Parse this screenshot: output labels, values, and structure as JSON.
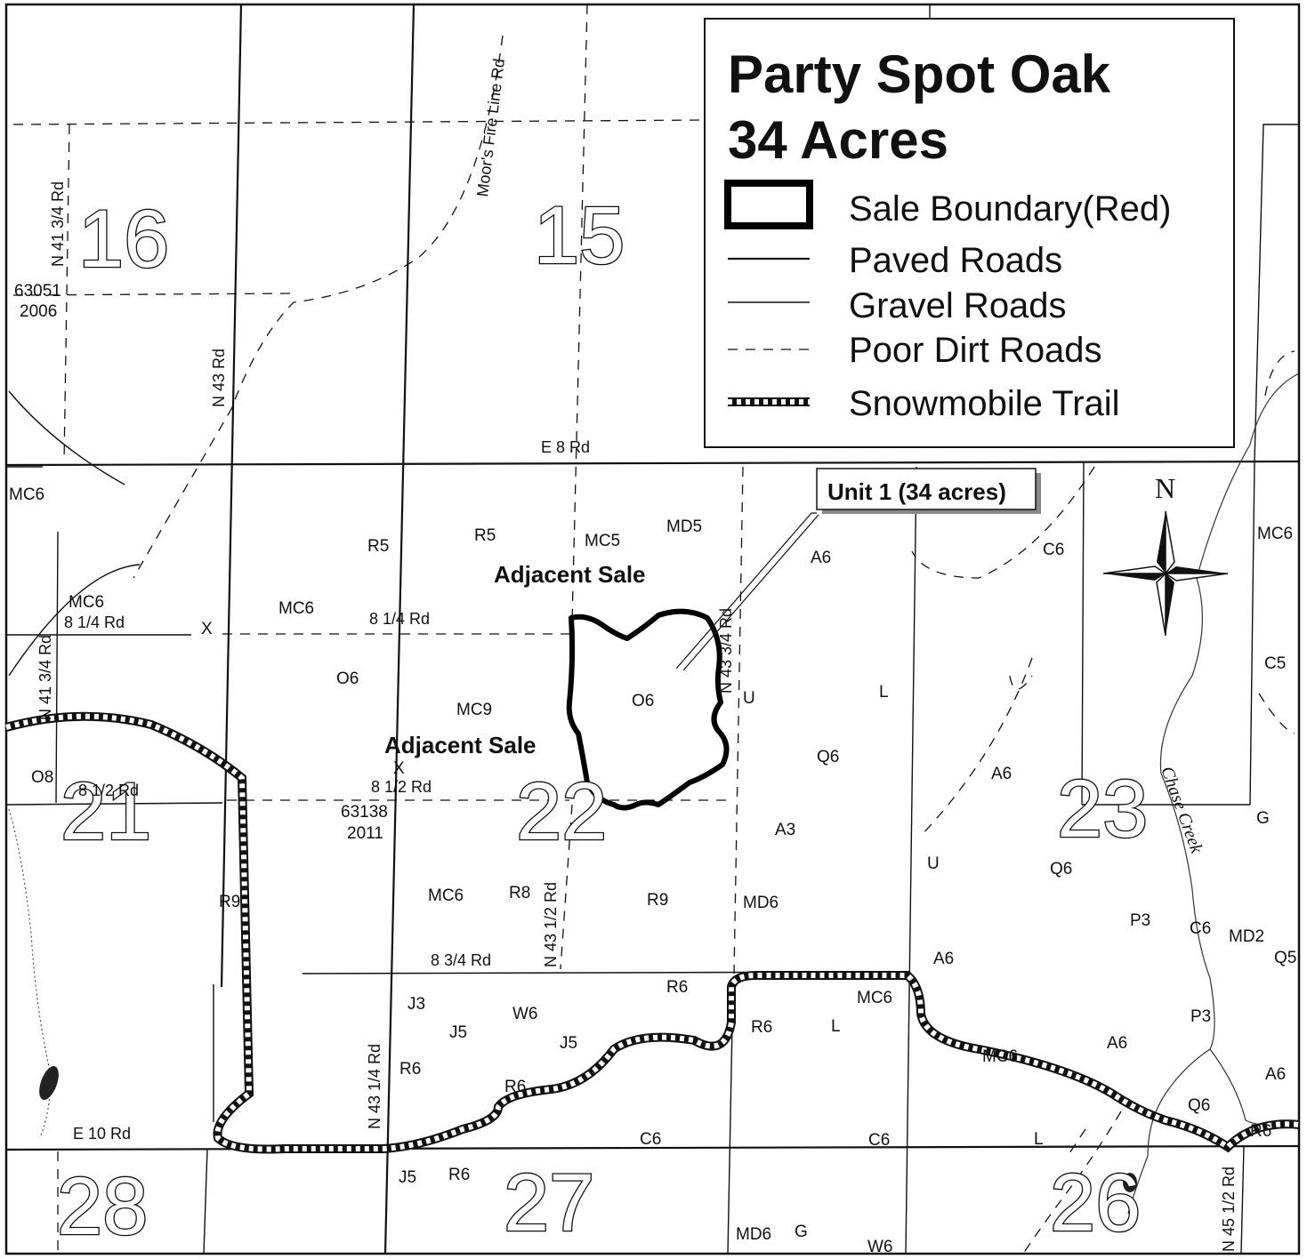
{
  "legend": {
    "title_line1": "Party Spot Oak",
    "title_line2": "34 Acres",
    "items": [
      {
        "label": "Sale Boundary(Red)",
        "icon": "sale-boundary-swatch"
      },
      {
        "label": "Paved Roads",
        "icon": "paved-road-line"
      },
      {
        "label": "Gravel Roads",
        "icon": "gravel-road-line"
      },
      {
        "label": "Poor Dirt Roads",
        "icon": "dirt-road-dashed-line"
      },
      {
        "label": "Snowmobile Trail",
        "icon": "snowmobile-trail-checkered-line"
      }
    ]
  },
  "callout": {
    "text": "Unit 1 (34 acres)"
  },
  "north_arrow": {
    "label": "N",
    "icon": "compass-rose-icon"
  },
  "colors": {
    "sale_boundary": "#000000",
    "ink": "#111111",
    "background": "#ffffff"
  },
  "sections": [
    "16",
    "15",
    "21",
    "22",
    "23",
    "28",
    "27",
    "26"
  ],
  "adjacent_sale_label": "Adjacent Sale",
  "road_labels": {
    "moors_fire_line": "Moor's Fire Line Rd",
    "n41_3_4": "N 41 3/4 Rd",
    "n43": "N 43 Rd",
    "e8": "E 8 Rd",
    "e8_1_4_left": "8 1/4 Rd",
    "e8_1_4_mid": "8 1/4 Rd",
    "n43_3_4": "N 43 3/4 Rd",
    "e8_1_2_left": "8 1/2 Rd",
    "e8_1_2_mid": "8 1/2 Rd",
    "n43_1_2": "N 43 1/2 Rd",
    "e8_3_4": "8 3/4 Rd",
    "n43_1_4": "N 43 1/4 Rd",
    "e10": "E 10 Rd",
    "n45_1_2": "N 45 1/2 Rd"
  },
  "creek": {
    "name": "Chase Creek"
  },
  "ids": {
    "id1_num": "63051",
    "id1_year": "2006",
    "id2_num": "63138",
    "id2_year": "2011"
  },
  "stand_codes": {
    "c1": "MC6",
    "c2": "R5",
    "c3": "R5",
    "c4": "MC5",
    "c5": "MD5",
    "c6": "A6",
    "c7": "C6",
    "c8": "MC6",
    "c9": "MC6",
    "c10": "MC6",
    "c11": "X",
    "c12": "O6",
    "c13": "MC9",
    "c14": "O6",
    "c15": "U",
    "c16": "L",
    "c17": "C5",
    "c18": "Q6",
    "c19": "O8",
    "c20": "X",
    "c21": "A6",
    "c22": "A3",
    "c23": "G",
    "c24": "U",
    "c25": "Q6",
    "c26": "R9",
    "c27": "MC6",
    "c28": "R8",
    "c29": "R9",
    "c30": "MD6",
    "c31": "P3",
    "c32": "C6",
    "c33": "MD2",
    "c34": "A6",
    "c35": "Q5",
    "c36": "J3",
    "c37": "R6",
    "c38": "W6",
    "c39": "J5",
    "c40": "J5",
    "c41": "R6",
    "c42": "MC6",
    "c43": "L",
    "c44": "P3",
    "c45": "R6",
    "c46": "MC6",
    "c47": "A6",
    "c48": "A6",
    "c49": "R6",
    "c50": "Q6",
    "c51": "C6",
    "c52": "C6",
    "c53": "L",
    "c54": "R6",
    "c55": "J5",
    "c56": "R6",
    "c57": "MD6",
    "c58": "G",
    "c59": "W6"
  }
}
